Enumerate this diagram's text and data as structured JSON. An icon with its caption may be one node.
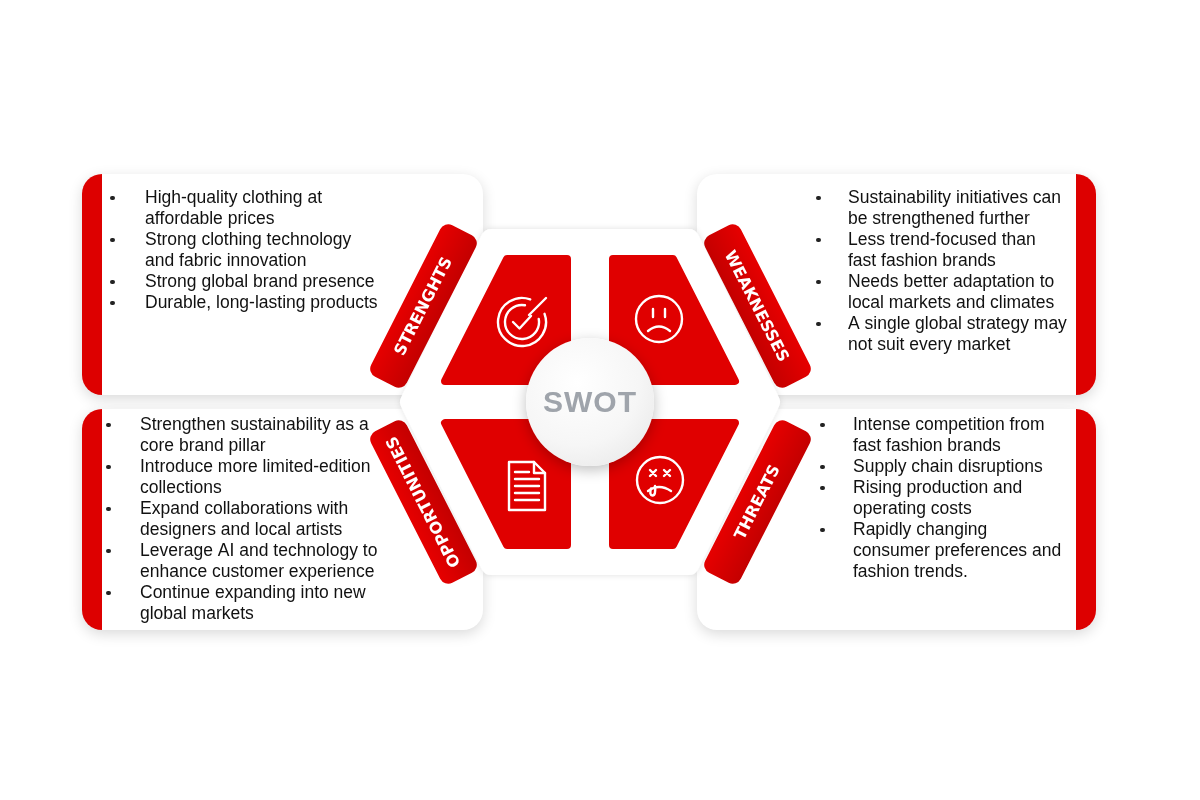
{
  "diagram": {
    "nodes": [
      {
        "text": [
          "High-quality clothing at affordable prices",
          "Strong clothing technology and fabric innovation",
          "Strong global brand presence",
          "Durable, long-lasting products"
        ]
      },
      {
        "text": [
          "STRENGHTS"
        ],
        "in": 0
      },
      {
        "text": [
          "Sustainability initiatives can be strengthened further",
          "Less trend-focused than fast fashion brands",
          "Needs better adaptation to local markets and climates",
          "A single global strategy may not suit every market"
        ]
      },
      {
        "text": [
          "WEAKNESSES"
        ],
        "in": 2
      },
      {
        "text": [
          "SWOT"
        ]
      },
      {
        "text": [
          "Strengthen sustainability as a core brand pillar",
          "Introduce more limited-edition collections",
          "Expand collaborations with designers and local artists",
          "Leverage AI and technology to enhance customer experience",
          "Continue expanding into new global markets"
        ]
      },
      {
        "text": [
          "OPPORTUNITIES"
        ],
        "in": 5
      },
      {
        "text": [
          "Intense competition from fast fashion brands",
          "Supply chain disruptions",
          "Rising production and operating costs",
          "Rapidly changing consumer preferences and fashion trends."
        ]
      },
      {
        "text": [
          "THREATS"
        ],
        "in": 7
      }
    ]
  }
}
